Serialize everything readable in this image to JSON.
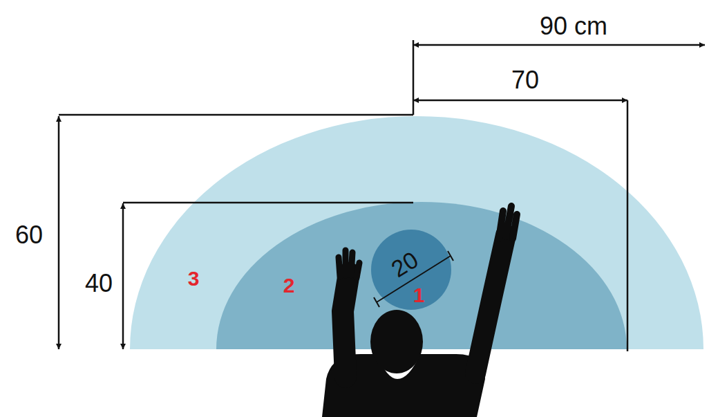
{
  "diagram": {
    "nodes": [
      {
        "text": [
          "3"
        ]
      },
      {
        "text": [
          "2"
        ],
        "in": 0
      },
      {
        "text": [
          "1"
        ],
        "in": 1
      }
    ],
    "labels": [
      "90 cm",
      "70",
      "60",
      "40",
      "20"
    ]
  }
}
